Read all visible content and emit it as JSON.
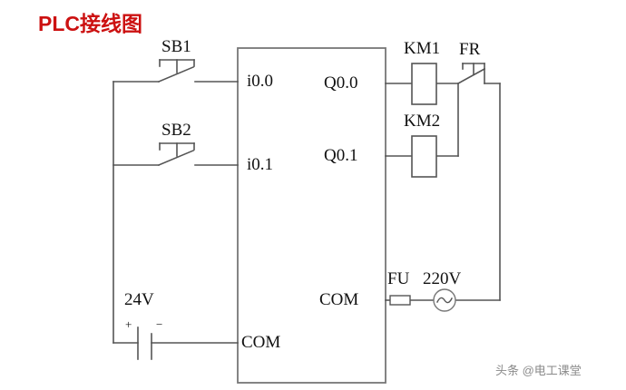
{
  "title": "PLC接线图",
  "watermark": "头条 @电工课堂",
  "colors": {
    "title_red": "#cc1111",
    "wire": "#555555",
    "text": "#111111",
    "watermark": "#8a8a8a",
    "background": "#ffffff"
  },
  "plc": {
    "inputs": [
      {
        "id": "i0.0",
        "label": "i0.0"
      },
      {
        "id": "i0.1",
        "label": "i0.1"
      }
    ],
    "outputs": [
      {
        "id": "Q0.0",
        "label": "Q0.0"
      },
      {
        "id": "Q0.1",
        "label": "Q0.1"
      }
    ],
    "input_com": "COM",
    "output_com": "COM"
  },
  "components": {
    "sb1": {
      "label": "SB1",
      "type": "push-button-no"
    },
    "sb2": {
      "label": "SB2",
      "type": "push-button-no"
    },
    "km1": {
      "label": "KM1",
      "type": "contactor-coil"
    },
    "km2": {
      "label": "KM2",
      "type": "contactor-coil"
    },
    "fr": {
      "label": "FR",
      "type": "thermal-overload-contact-nc"
    },
    "fu": {
      "label": "FU",
      "type": "fuse"
    },
    "ac_source": {
      "label": "220V",
      "type": "ac-source"
    },
    "dc_source": {
      "label": "24V",
      "type": "battery",
      "plus": "+",
      "minus": "−"
    }
  }
}
